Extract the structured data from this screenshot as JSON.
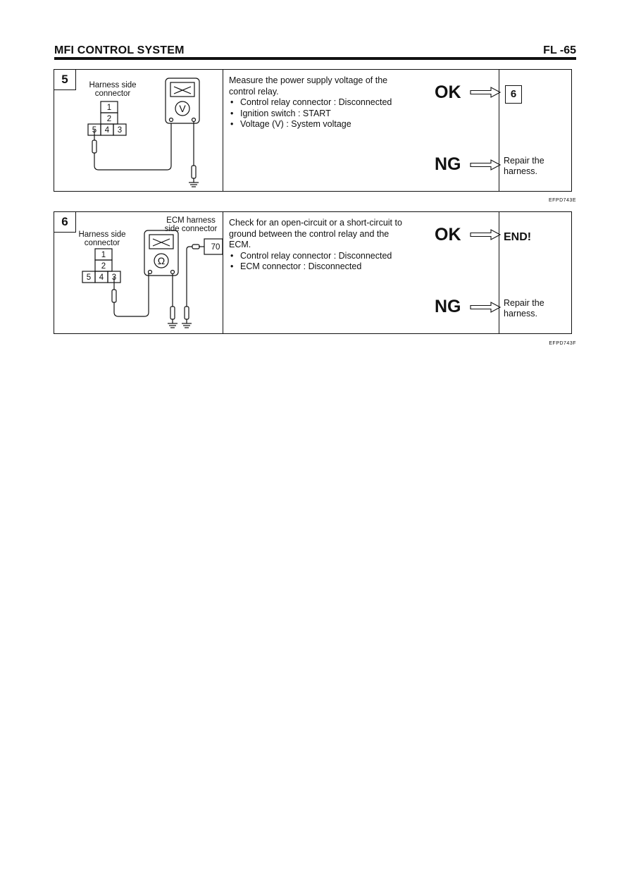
{
  "header": {
    "title": "MFI CONTROL SYSTEM",
    "page": "FL -65"
  },
  "steps": [
    {
      "number": "5",
      "diagram": {
        "connector_label": "Harness side\nconnector",
        "pins": [
          "1",
          "2",
          "5",
          "4",
          "3"
        ],
        "meter_symbol": "V"
      },
      "description": "Measure the power supply voltage of the control relay.",
      "bullets": [
        "Control relay connector : Disconnected",
        "Ignition switch : START",
        "Voltage (V) : System voltage"
      ],
      "ok_label": "OK",
      "ok_result": "6",
      "ng_label": "NG",
      "ng_result": "Repair the harness.",
      "code": "EFPD743E"
    },
    {
      "number": "6",
      "diagram": {
        "connector_label": "Harness side\nconnector",
        "ecm_label": "ECM harness\nside connector",
        "ecm_pin": "70",
        "pins": [
          "1",
          "2",
          "5",
          "4",
          "3"
        ],
        "meter_symbol": "Ω"
      },
      "description": "Check for an open-circuit or a short-circuit to ground between the control relay and the ECM.",
      "bullets": [
        "Control relay connector : Disconnected",
        "ECM connector : Disconnected"
      ],
      "ok_label": "OK",
      "ok_result": "END!",
      "ng_label": "NG",
      "ng_result": "Repair the harness.",
      "code": "EFPD743F"
    }
  ]
}
